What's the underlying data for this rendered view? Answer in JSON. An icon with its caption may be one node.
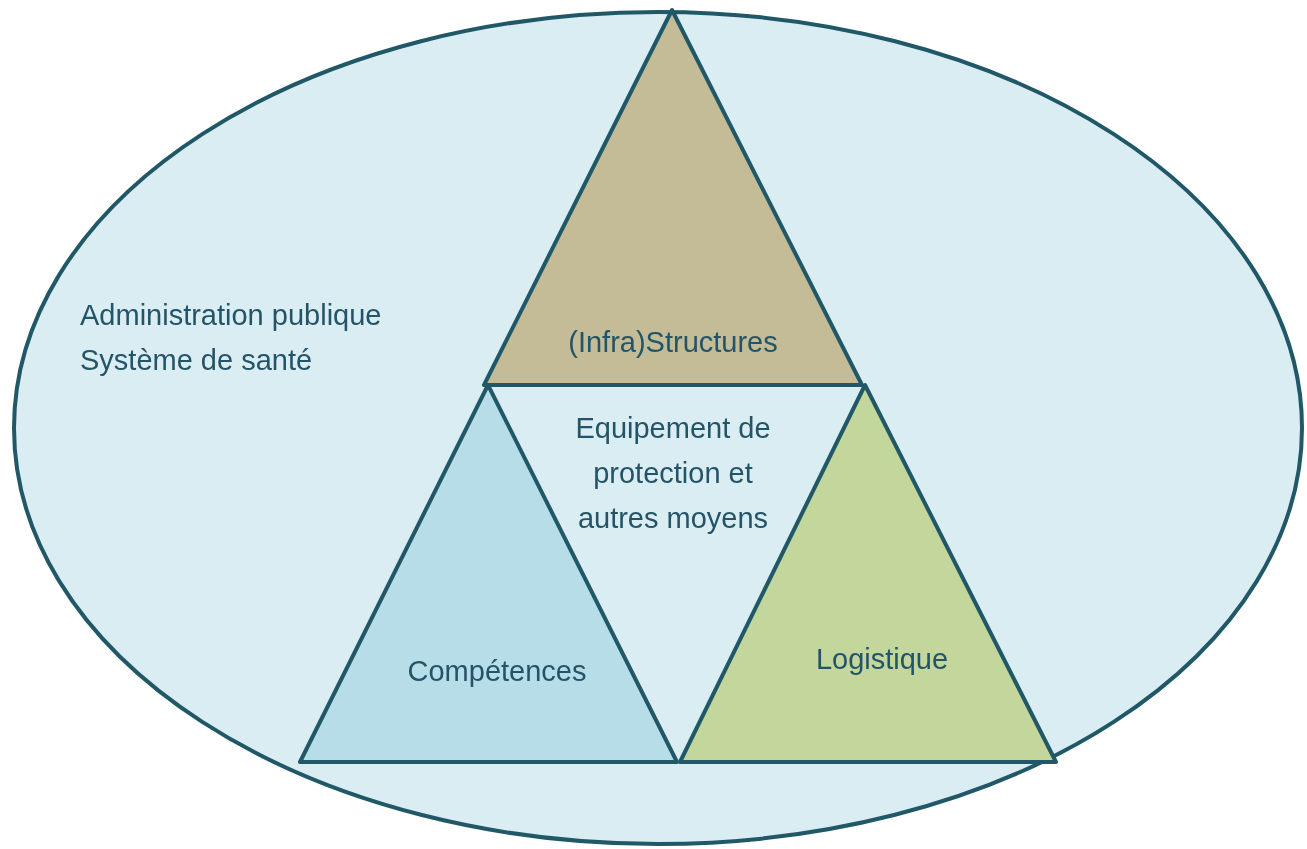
{
  "diagram": {
    "nodes": [
      {
        "text": [
          "Administration publique Système de santé"
        ]
      },
      {
        "text": [
          "(Infra)Structures"
        ],
        "in": 0
      },
      {
        "text": [
          "Equipement de protection et autres moyens"
        ],
        "in": 0
      },
      {
        "text": [
          "Compétences"
        ],
        "in": 0
      },
      {
        "text": [
          "Logistique"
        ],
        "in": 0
      }
    ]
  }
}
